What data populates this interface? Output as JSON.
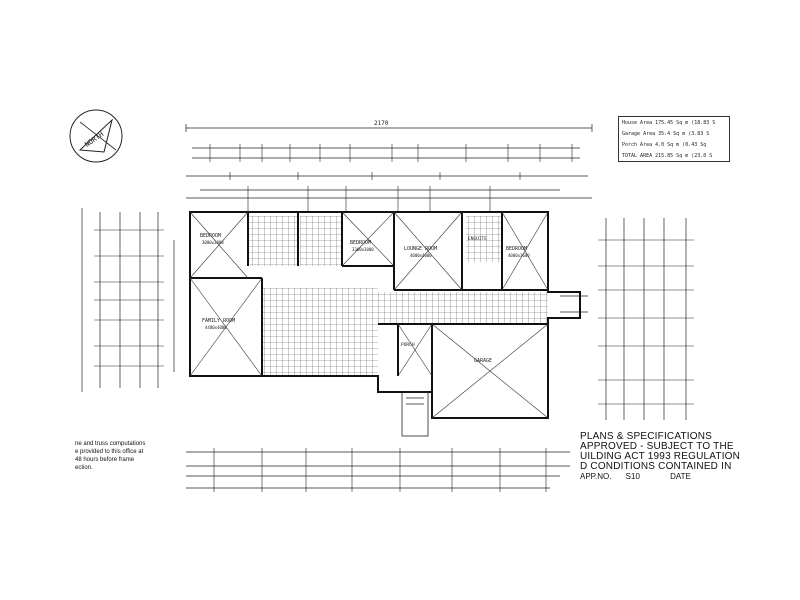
{
  "drawing": {
    "north_label": "NORTH",
    "overall_dim": "2170",
    "colors": {
      "ink": "#222222",
      "grid": "#555555",
      "paper": "#ffffff"
    }
  },
  "area_schedule": {
    "rows": [
      "House Area  175.45 Sq m (18.83 S",
      "Garage Area  35.4 Sq m (3.83 S",
      "Porch Area  4.0 Sq m (0.43 Sq",
      "TOTAL AREA 215.85 Sq m (23.0 S"
    ]
  },
  "rooms": [
    {
      "id": "bedroom-nw",
      "label": "BEDROOM",
      "sub": "3000x3000"
    },
    {
      "id": "family-room",
      "label": "FAMILY ROOM",
      "sub": "4400x4000"
    },
    {
      "id": "bedroom-c",
      "label": "BEDROOM",
      "sub": "3300x3000"
    },
    {
      "id": "lounge-room",
      "label": "LOUNGE ROOM",
      "sub": "4000x4000"
    },
    {
      "id": "ensuite",
      "label": "ENSUITE",
      "sub": ""
    },
    {
      "id": "bedroom-e",
      "label": "BEDROOM",
      "sub": "4000x3600"
    },
    {
      "id": "porch",
      "label": "PORCH",
      "sub": ""
    },
    {
      "id": "garage",
      "label": "GARAGE",
      "sub": ""
    }
  ],
  "notes": {
    "left": [
      "ne and truss computations",
      "e provided to this office at",
      "48 hours before frame",
      "ection."
    ],
    "stamp": {
      "line1": "PLANS & SPECIFICATIONS",
      "line2": "APPROVED - SUBJECT TO THE",
      "line3": "UILDING ACT 1993 REGULATION",
      "line4": "D CONDITIONS CONTAINED IN",
      "app_no_label": "APP.NO.",
      "app_no_value": "S10",
      "date_label": "DATE"
    }
  }
}
